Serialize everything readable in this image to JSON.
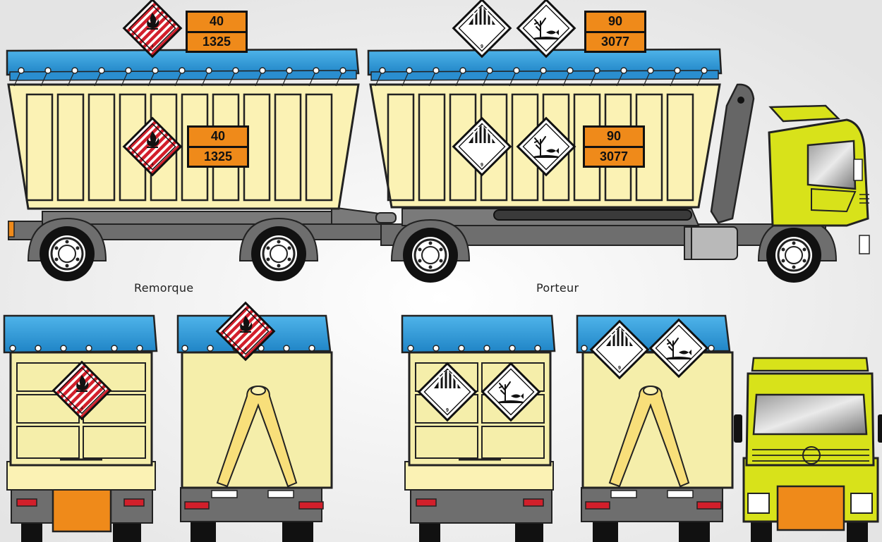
{
  "captions": {
    "trailer": "Remorque",
    "carrier": "Porteur"
  },
  "plates": {
    "trailer_top": {
      "hazard_id": "40",
      "un_number": "1325"
    },
    "trailer_side": {
      "hazard_id": "40",
      "un_number": "1325"
    },
    "carrier_top": {
      "hazard_id": "90",
      "un_number": "3077"
    },
    "carrier_side": {
      "hazard_id": "90",
      "un_number": "3077"
    }
  },
  "labels": {
    "class9_number": "9"
  },
  "colors": {
    "tarp_blue": "#2f9ad8",
    "container_cream": "#fbf2b4",
    "cab_yellow": "#d8e21a",
    "plate_orange": "#ef8a1a",
    "flammable_red": "#d21f2b",
    "chassis_grey": "#6e6e6e"
  },
  "icons": {
    "flammable_solid_label": "flame-icon",
    "class9_label": "class9-stripes-icon",
    "environment_label": "dead-tree-fish-icon"
  }
}
